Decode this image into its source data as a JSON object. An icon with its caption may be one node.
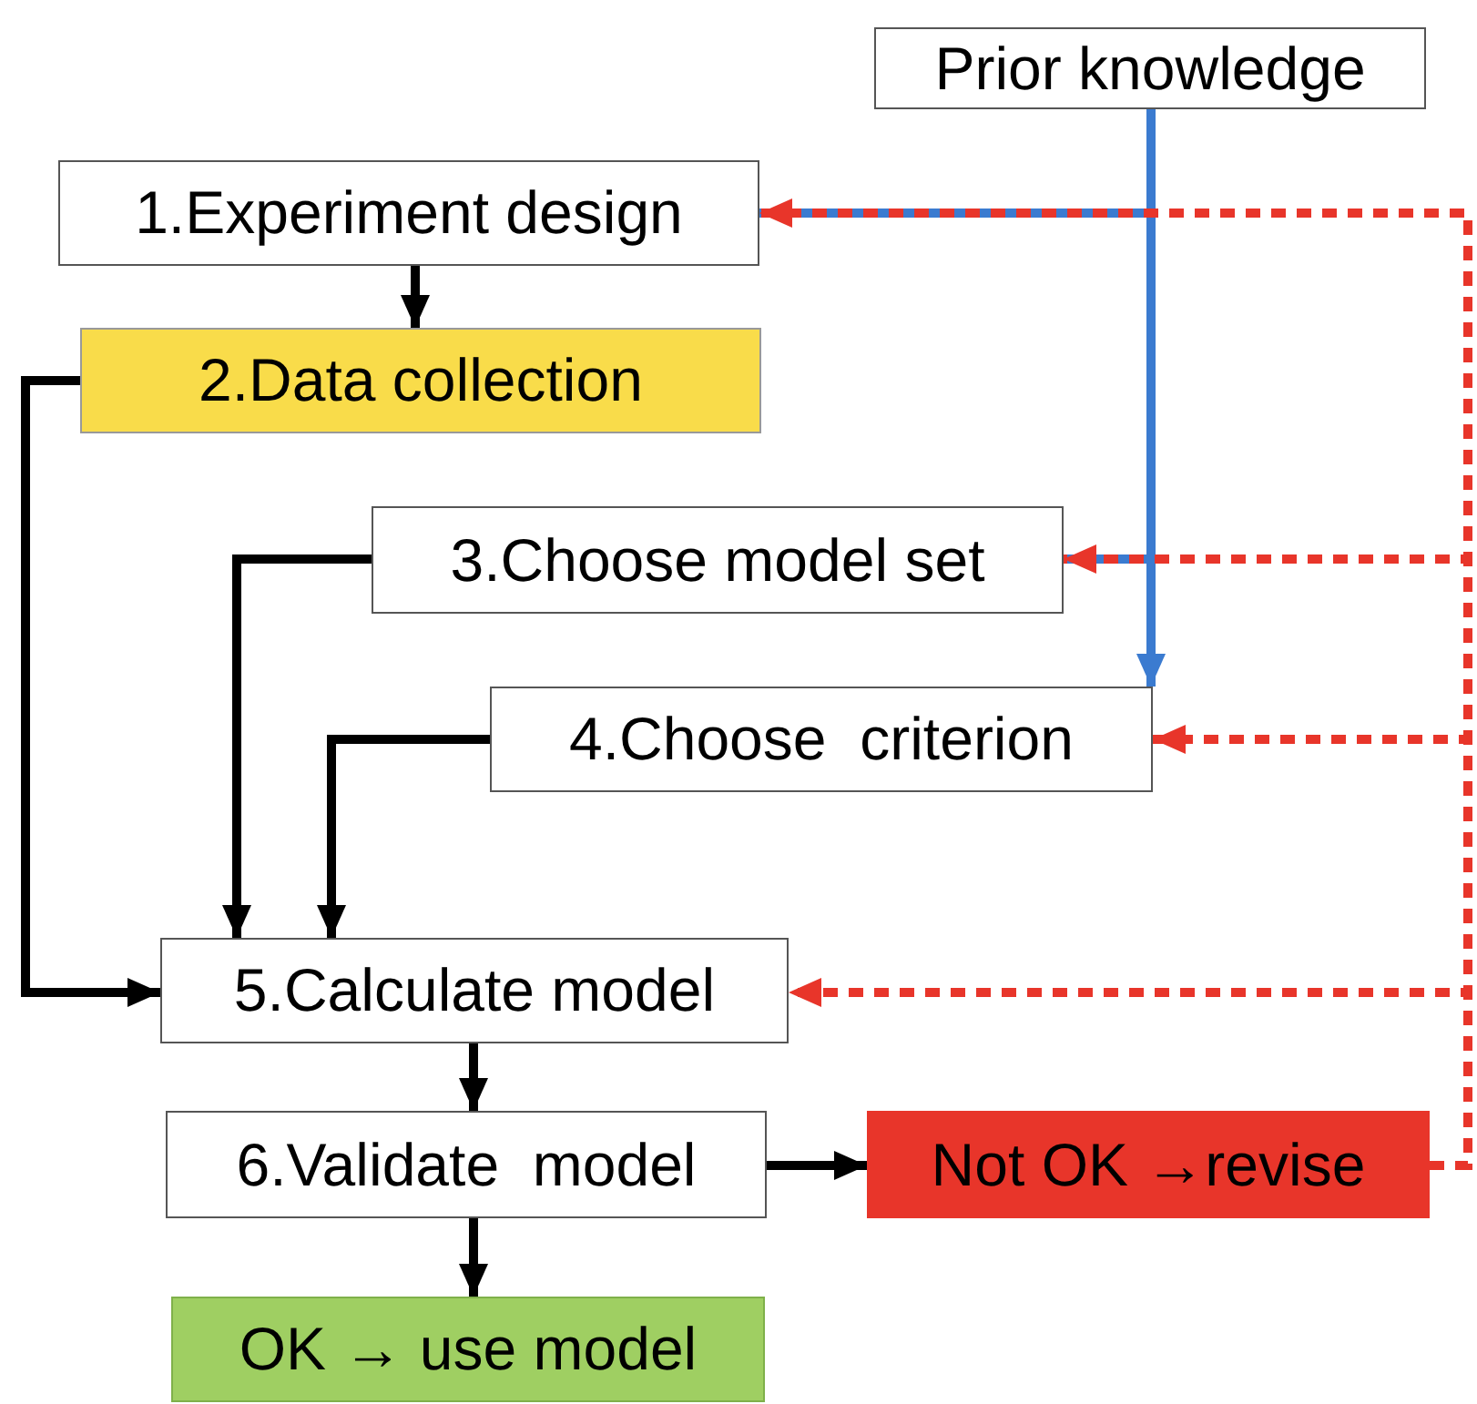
{
  "diagram": {
    "nodes": [
      {
        "text": [
          "Prior knowledge"
        ]
      },
      {
        "text": [
          "1.Experiment design"
        ]
      },
      {
        "text": [
          "2.Data collection"
        ]
      },
      {
        "text": [
          "3.Choose model set"
        ]
      },
      {
        "text": [
          "4.Choose  criterion"
        ]
      },
      {
        "text": [
          "5.Calculate model"
        ]
      },
      {
        "text": [
          "6.Validate  model"
        ]
      },
      {
        "text": [
          "Not OK →revise"
        ]
      },
      {
        "text": [
          "OK → use model"
        ]
      }
    ],
    "edges": [
      {
        "from": 1,
        "to": 2,
        "arrow": "to"
      },
      {
        "from": 2,
        "to": 5,
        "arrow": "to"
      },
      {
        "from": 3,
        "to": 5,
        "arrow": "to"
      },
      {
        "from": 4,
        "to": 5,
        "arrow": "to"
      },
      {
        "from": 5,
        "to": 6,
        "arrow": "to"
      },
      {
        "from": 6,
        "to": 8,
        "arrow": "to"
      },
      {
        "from": 6,
        "to": 7,
        "arrow": "to"
      },
      {
        "from": 0,
        "to": 1,
        "arrow": "none",
        "color": "#3b7bd0"
      },
      {
        "from": 0,
        "to": 3,
        "arrow": "none",
        "color": "#3b7bd0"
      },
      {
        "from": 0,
        "to": 4,
        "arrow": "to",
        "color": "#3b7bd0"
      },
      {
        "from": 7,
        "to": 1,
        "arrow": "to",
        "style": "dashed",
        "color": "#e8352a"
      },
      {
        "from": 7,
        "to": 3,
        "arrow": "to",
        "style": "dashed",
        "color": "#e8352a"
      },
      {
        "from": 7,
        "to": 4,
        "arrow": "to",
        "style": "dashed",
        "color": "#e8352a"
      },
      {
        "from": 7,
        "to": 5,
        "arrow": "to",
        "style": "dashed",
        "color": "#e8352a"
      }
    ]
  }
}
